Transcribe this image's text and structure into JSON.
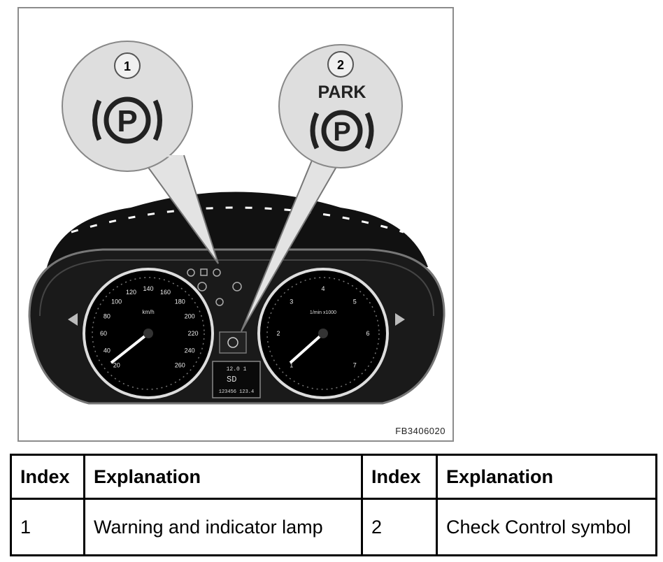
{
  "figure": {
    "callouts": [
      {
        "number": "1",
        "label": ""
      },
      {
        "number": "2",
        "label": "PARK"
      }
    ],
    "parking_glyph": "P",
    "code": "FB3406020",
    "speedo_ticks": [
      "20",
      "40",
      "60",
      "80",
      "100",
      "120",
      "140",
      "160",
      "180",
      "200",
      "220",
      "240",
      "260"
    ],
    "speedo_unit": "km/h",
    "tacho_ticks": [
      "1",
      "2",
      "3",
      "4",
      "5",
      "6",
      "7"
    ],
    "tacho_unit": "1/min x1000",
    "display": {
      "line1": "12.0 1",
      "line2": "SD",
      "line3": "123456 123.4"
    }
  },
  "table": {
    "headers": [
      "Index",
      "Explanation",
      "Index",
      "Explanation"
    ],
    "rows": [
      [
        "1",
        "Warning and indicator lamp",
        "2",
        "Check Control symbol"
      ]
    ]
  }
}
